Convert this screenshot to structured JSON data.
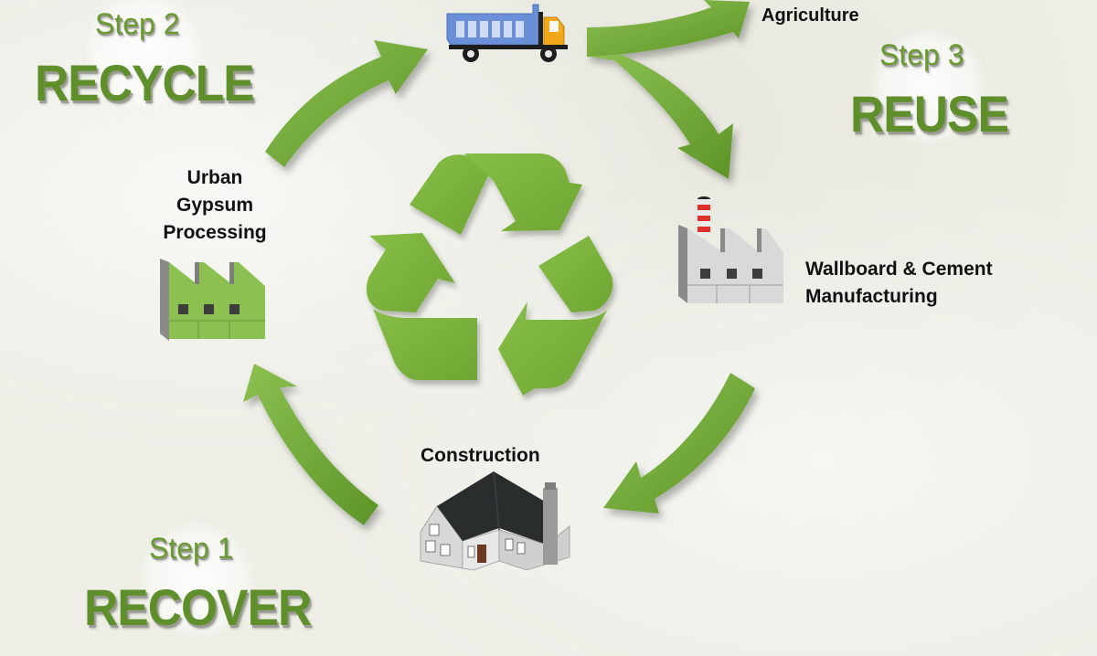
{
  "steps": [
    {
      "step_label": "Step 1",
      "title": "RECOVER"
    },
    {
      "step_label": "Step 2",
      "title": "RECYCLE"
    },
    {
      "step_label": "Step 3",
      "title": "REUSE"
    }
  ],
  "nodes": {
    "agriculture": "Agriculture",
    "urban_gypsum": [
      "Urban",
      "Gypsum",
      "Processing"
    ],
    "wallboard": [
      "Wallboard & Cement",
      "Manufacturing"
    ],
    "construction": "Construction"
  },
  "icons": {
    "center": "recycle-symbol-icon",
    "truck": "dump-truck-icon",
    "green_factory": "factory-icon",
    "gray_factory": "factory-smokestack-icon",
    "house": "house-icon"
  },
  "colors": {
    "arrow_green": "#76ac38",
    "text_green": "#5f8f2a",
    "label_text": "#111111",
    "truck_blue": "#6b8fd6",
    "truck_yellow": "#f2a818",
    "factory_green": "#8cc152",
    "factory_gray": "#d6d6d6",
    "roof_dark": "#2a2d2e",
    "smokestack_red": "#e0302a"
  }
}
